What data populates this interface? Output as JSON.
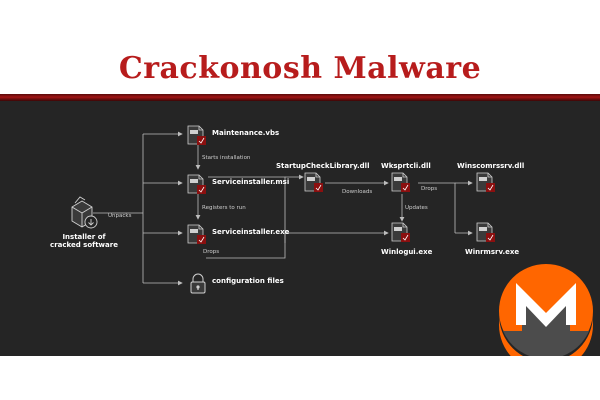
{
  "title": "Crackonosh Malware",
  "nodes": {
    "installer": "Installer of cracked software",
    "maintenance": "Maintenance.vbs",
    "serviceinstaller_msi": "Serviceinstaller.msi",
    "serviceinstaller_exe": "Serviceinstaller.exe",
    "config": "configuration files",
    "startupcheck": "StartupCheckLibrary.dll",
    "wksprtcli": "Wksprtcli.dll",
    "winlogui": "Winlogui.exe",
    "winscomrssrv": "Winscomrssrv.dll",
    "winrmsrv": "Winrmsrv.exe"
  },
  "edges": {
    "unpacks": "Unpacks",
    "starts_installation": "Starts installation",
    "registers_to_run": "Registers to run",
    "drops_1": "Drops",
    "downloads": "Downloads",
    "updates": "Updates",
    "drops_2": "Drops"
  },
  "colors": {
    "title": "#b71c1c",
    "stripe": "#a01414",
    "diagram_bg": "#252525",
    "line": "#bdbdbd",
    "monero_orange": "#ff6600",
    "monero_gray": "#4c4c4c"
  },
  "icons": {
    "file": "file-icon",
    "installer": "package-icon",
    "config": "lock-icon",
    "logo": "monero-logo"
  }
}
